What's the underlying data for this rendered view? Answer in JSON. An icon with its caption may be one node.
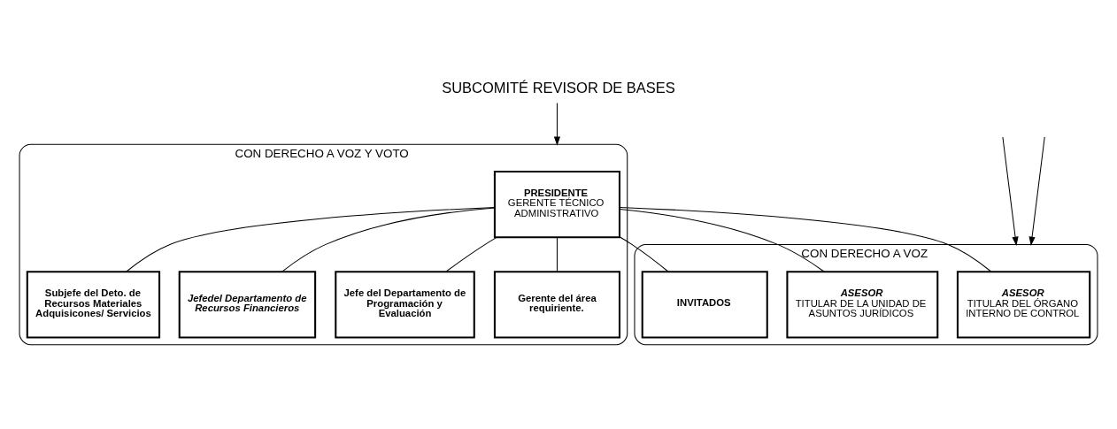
{
  "diagram": {
    "title": "SUBCOMITÉ REVISOR DE BASES",
    "nodes": [
      {
        "text": [
          "CON DERECHO A VOZ Y VOTO"
        ]
      },
      {
        "text": [
          "PRESIDENTE",
          "GERENTE TÉCNICO ADMINISTRATIVO"
        ],
        "in": 0
      },
      {
        "text": [
          "Subjefe del Deto. de Recursos Materiales Adquisicones/ Servicios"
        ],
        "in": 0
      },
      {
        "text": [
          "Jefedel Departamento de Recursos Financieros"
        ],
        "in": 0
      },
      {
        "text": [
          "Jefe del Departamento de Programación y Evaluación"
        ],
        "in": 0
      },
      {
        "text": [
          "Gerente del área requiriente."
        ],
        "in": 0
      },
      {
        "text": [
          "CON DERECHO A VOZ"
        ]
      },
      {
        "text": [
          "ASESOR",
          "TITULAR DEL ÓRGANO INTERNO DE CONTROL"
        ],
        "in": 6
      },
      {
        "text": [
          "ASESOR",
          "TITULAR DE LA UNIDAD DE ASUNTOS JURÍDICOS"
        ],
        "in": 6
      },
      {
        "text": [
          "INVITADOS"
        ],
        "in": 6
      }
    ],
    "edges": [
      {
        "from": null,
        "to": 0,
        "arrow": "to"
      },
      {
        "from": null,
        "to": 6,
        "arrow": "to"
      },
      {
        "from": null,
        "to": 6,
        "arrow": "to"
      },
      {
        "from": 1,
        "to": 2,
        "arrow": "none"
      },
      {
        "from": 1,
        "to": 3,
        "arrow": "none"
      },
      {
        "from": 1,
        "to": 4,
        "arrow": "none"
      },
      {
        "from": 1,
        "to": 5,
        "arrow": "none"
      },
      {
        "from": 1,
        "to": 7,
        "arrow": "none"
      },
      {
        "from": 1,
        "to": 8,
        "arrow": "none"
      },
      {
        "from": 1,
        "to": 9,
        "arrow": "none"
      }
    ]
  }
}
